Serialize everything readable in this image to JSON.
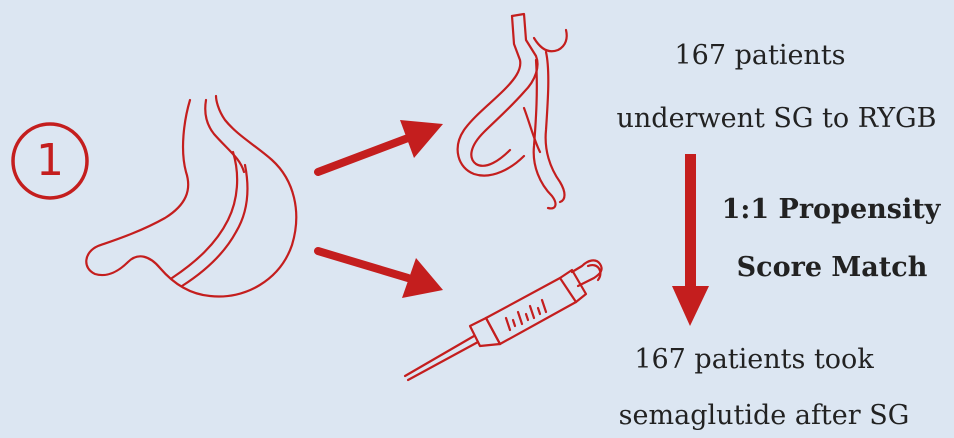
{
  "step": {
    "number": "1"
  },
  "top_group": {
    "line1": "167 patients",
    "line2": "underwent  SG to RYGB"
  },
  "match": {
    "line1": "1:1 Propensity",
    "line2": "Score Match"
  },
  "bottom_group": {
    "line1": "167 patients took",
    "line2": "semaglutide after  SG"
  },
  "colors": {
    "background": "#dce6f2",
    "accent": "#c41e1e",
    "text": "#222222"
  },
  "icons": [
    "stomach-icon",
    "rygb-bypass-icon",
    "syringe-icon"
  ]
}
